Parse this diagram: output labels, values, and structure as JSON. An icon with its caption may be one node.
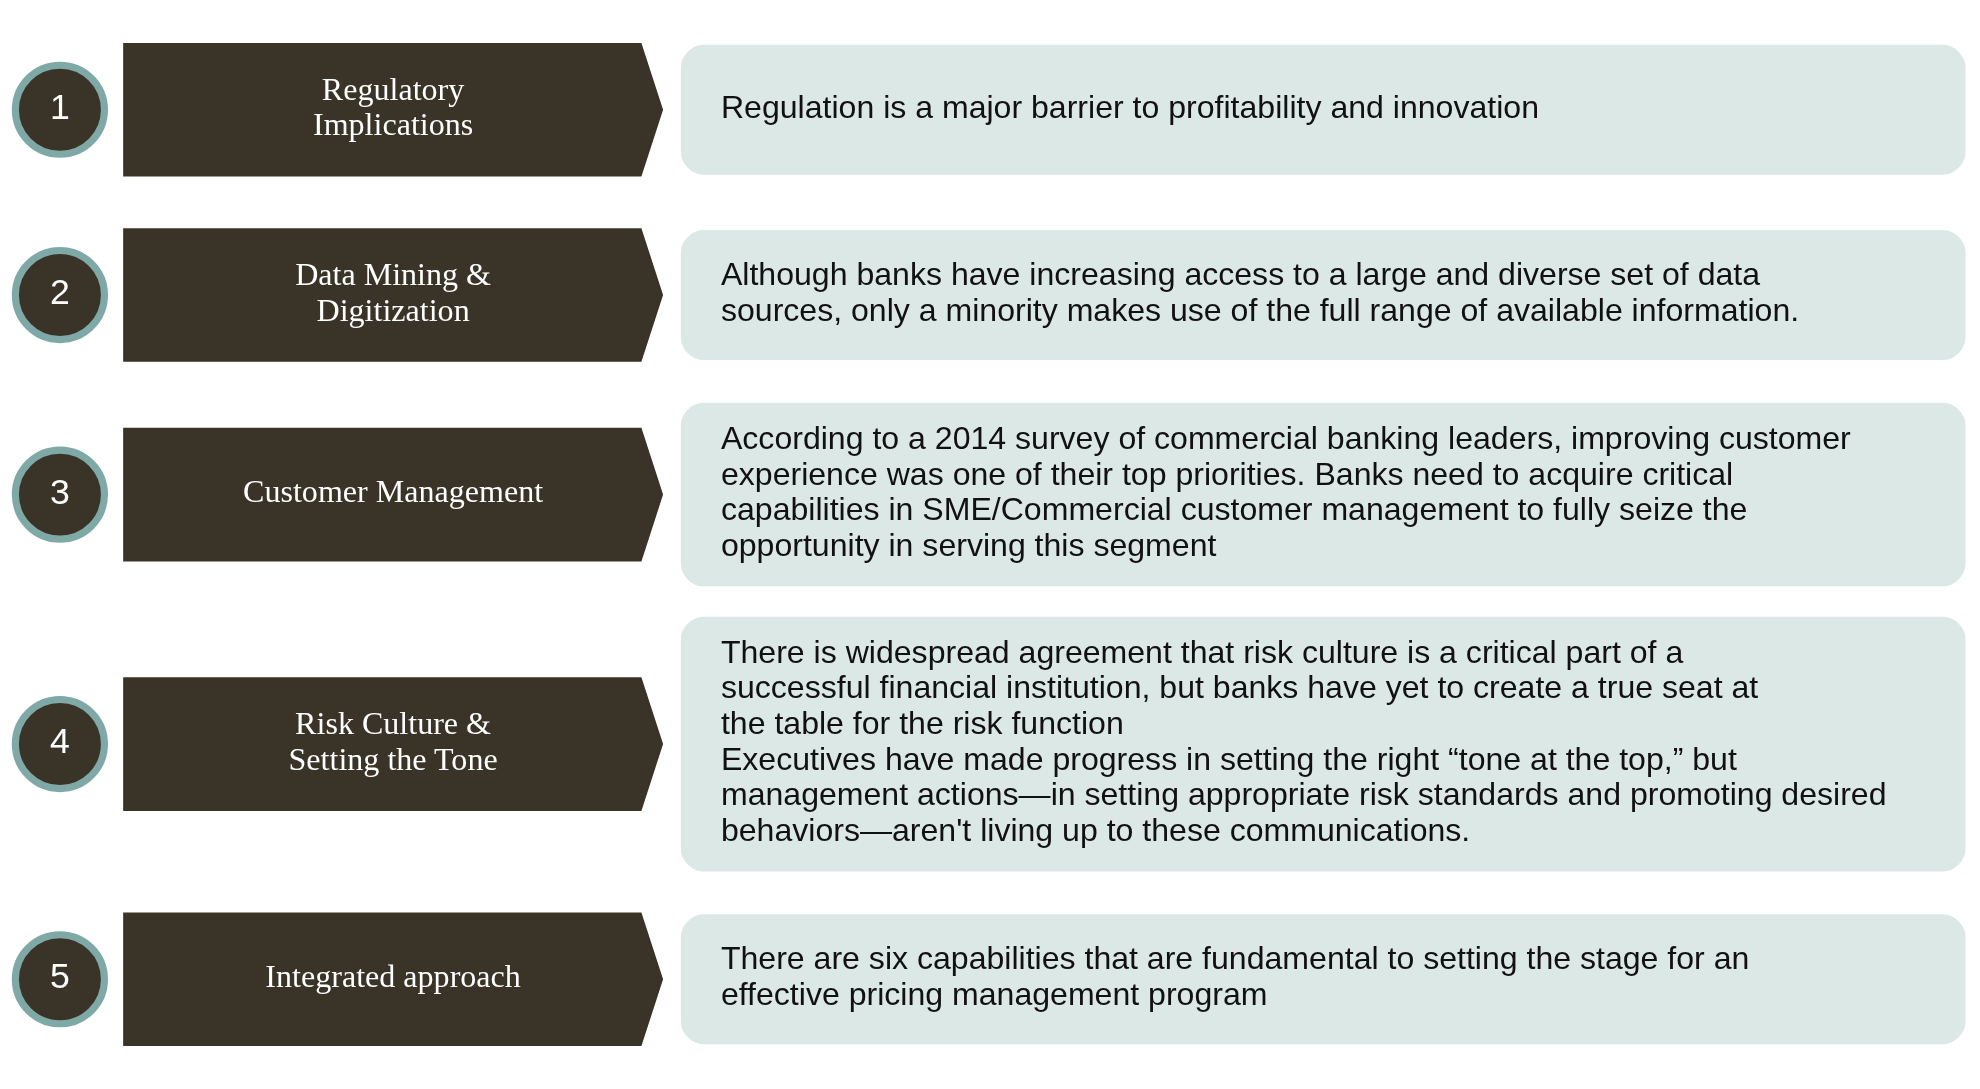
{
  "diagram": {
    "nodes": [
      {
        "text": [
          "1"
        ]
      },
      {
        "text": [
          "Regulatory Implications"
        ]
      },
      {
        "text": [
          "Regulation is a major barrier to profitability and innovation"
        ]
      },
      {
        "text": [
          "2"
        ]
      },
      {
        "text": [
          "Data Mining & Digitization"
        ]
      },
      {
        "text": [
          "Although banks have increasing access to a large and diverse set of data sources, only a minority makes use of the full range of available information."
        ]
      },
      {
        "text": [
          "3"
        ]
      },
      {
        "text": [
          "Customer Management"
        ]
      },
      {
        "text": [
          "According to a 2014 survey of commercial banking leaders, improving customer experience was one of their top priorities. Banks need to acquire critical capabilities in SME/Commercial customer management to fully seize the opportunity in serving this segment"
        ]
      },
      {
        "text": [
          "4"
        ]
      },
      {
        "text": [
          "Risk Culture & Setting the Tone"
        ]
      },
      {
        "text": [
          "There is widespread agreement that risk culture is a critical part of a successful financial institution, but banks have yet to create a true seat at the table for the risk function",
          "Executives have made progress in setting the right “tone at the top,” but management actions—in setting appropriate risk standards and promoting desired behaviors—aren't living up to these communications."
        ]
      },
      {
        "text": [
          "5"
        ]
      },
      {
        "text": [
          "Integrated approach"
        ]
      },
      {
        "text": [
          "There are six capabilities that are fundamental to setting the stage for an effective pricing management program"
        ]
      }
    ],
    "edges": []
  }
}
